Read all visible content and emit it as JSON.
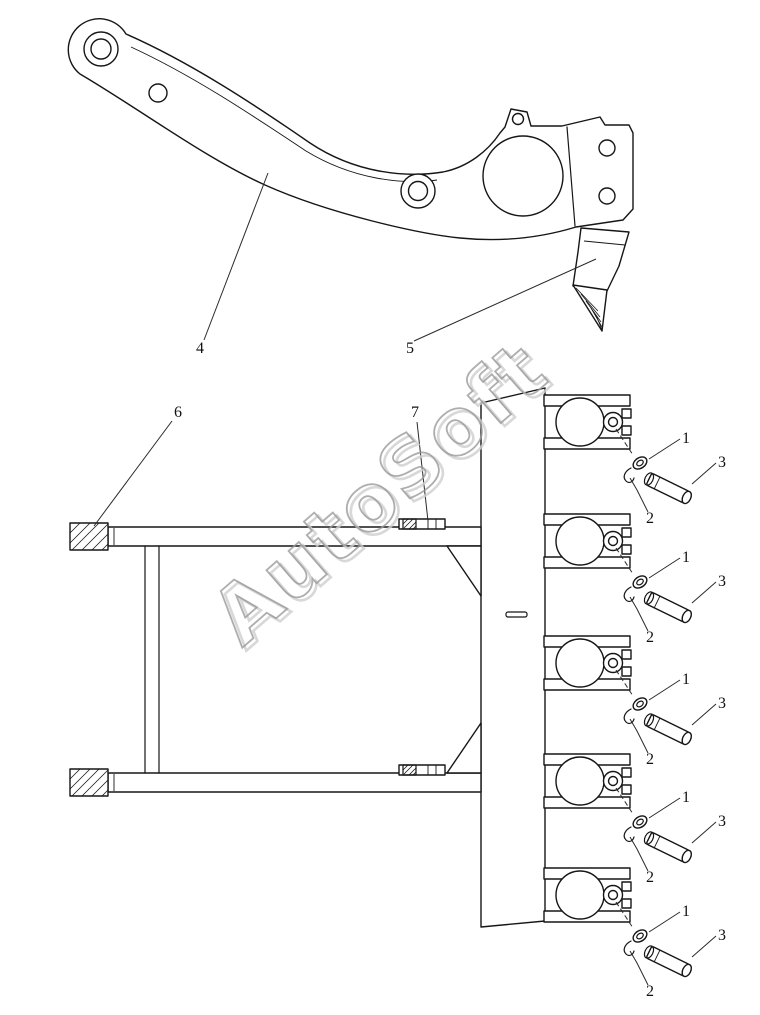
{
  "watermark": {
    "text": "AutoSoft"
  },
  "callouts": {
    "n1": "1",
    "n2": "2",
    "n3": "3",
    "n4": "4",
    "n5": "5",
    "n6": "6",
    "n7": "7"
  },
  "colors": {
    "line": "#161616",
    "watermark": "#9a9a9a",
    "background": "#ffffff"
  }
}
